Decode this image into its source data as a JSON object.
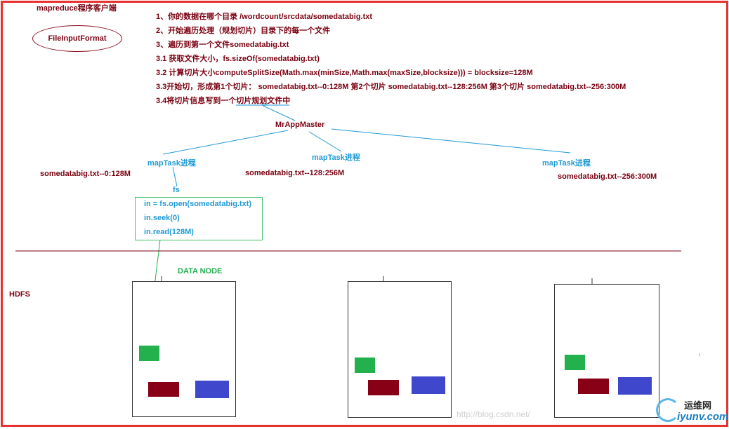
{
  "title": "mapreduce程序客户端",
  "ellipse_label": "FileInputFormat",
  "steps": [
    "1、你的数据在哪个目录   /wordcount/srcdata/somedatabig.txt",
    "2、开始遍历处理（规划切片）目录下的每一个文件",
    "3、遍历到第一个文件somedatabig.txt",
    "3.1 获取文件大小，fs.sizeOf(somedatabig.txt)",
    "3.2 计算切片大小computeSplitSize(Math.max(minSize,Math.max(maxSize,blocksize)))  = blocksize=128M",
    "3.3开始切，形成第1个切片：  somedatabig.txt--0:128M  第2个切片 somedatabig.txt--128:256M   第3个切片 somedatabig.txt--256:300M",
    "3.4将切片信息写到一个切片规划文件中"
  ],
  "master_label": "MrAppMaster",
  "map_tasks": [
    {
      "label": "mapTask进程",
      "split": "somedatabig.txt--0:128M"
    },
    {
      "label": "mapTask进程",
      "split": "somedatabig.txt--128:256M"
    },
    {
      "label": "mapTask进程",
      "split": "somedatabig.txt--256:300M"
    }
  ],
  "fs_label": "fs",
  "code_lines": [
    "in = fs.open(somedatabig.txt)",
    "in.seek(0)",
    "in.read(128M)"
  ],
  "datanode_label": "DATA NODE",
  "hdfs_label": "HDFS",
  "logo": {
    "cn": "运维网",
    "en": "iyunv.com"
  },
  "watermark": "http://blog.csdn.net/",
  "colors": {
    "dark_red": "#7a0010",
    "blue": "#1f9ad6",
    "green": "#20b050",
    "frame": "#e8312f",
    "block_green": "#22b14c",
    "block_red": "#880015",
    "block_blue": "#3f48cc"
  }
}
